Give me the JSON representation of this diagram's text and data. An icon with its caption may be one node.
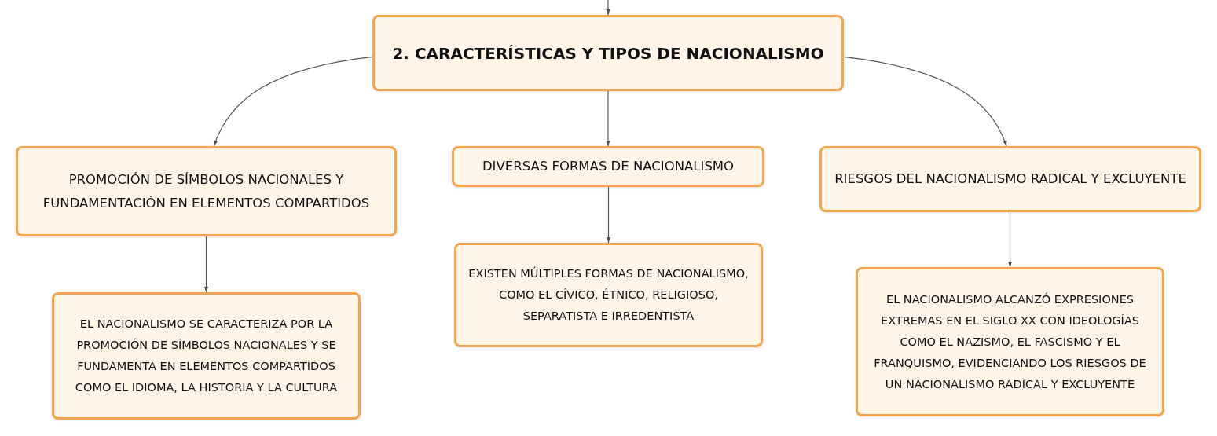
{
  "diagram": {
    "nodes": [
      {
        "text": [
          "2. CARACTERÍSTICAS Y TIPOS DE NACIONALISMO"
        ]
      },
      {
        "text": [
          "PROMOCIÓN DE SÍMBOLOS NACIONALES Y FUNDAMENTACIÓN EN ELEMENTOS COMPARTIDOS"
        ]
      },
      {
        "text": [
          "DIVERSAS FORMAS DE NACIONALISMO"
        ]
      },
      {
        "text": [
          "RIESGOS DEL NACIONALISMO RADICAL Y EXCLUYENTE"
        ]
      },
      {
        "text": [
          "EL NACIONALISMO SE CARACTERIZA POR LA PROMOCIÓN DE SÍMBOLOS NACIONALES Y SE FUNDAMENTA EN ELEMENTOS COMPARTIDOS COMO EL IDIOMA, LA HISTORIA Y LA CULTURA"
        ]
      },
      {
        "text": [
          "EXISTEN MÚLTIPLES FORMAS DE NACIONALISMO, COMO EL CÍVICO, ÉTNICO, RELIGIOSO, SEPARATISTA E IRREDENTISTA"
        ]
      },
      {
        "text": [
          "EL NACIONALISMO ALCANZÓ EXPRESIONES EXTREMAS EN EL SIGLO XX CON IDEOLOGÍAS COMO EL NAZISMO, EL FASCISMO Y EL FRANQUISMO, EVIDENCIANDO LOS RIESGOS DE UN NACIONALISMO RADICAL Y EXCLUYENTE"
        ]
      }
    ],
    "edges": [
      {
        "from": null,
        "to": 0,
        "arrow": "to"
      },
      {
        "from": 0,
        "to": 1,
        "arrow": "to"
      },
      {
        "from": 0,
        "to": 2,
        "arrow": "to"
      },
      {
        "from": 0,
        "to": 3,
        "arrow": "to"
      },
      {
        "from": 1,
        "to": 4,
        "arrow": "to"
      },
      {
        "from": 2,
        "to": 5,
        "arrow": "to"
      },
      {
        "from": 3,
        "to": 6,
        "arrow": "to"
      }
    ]
  }
}
